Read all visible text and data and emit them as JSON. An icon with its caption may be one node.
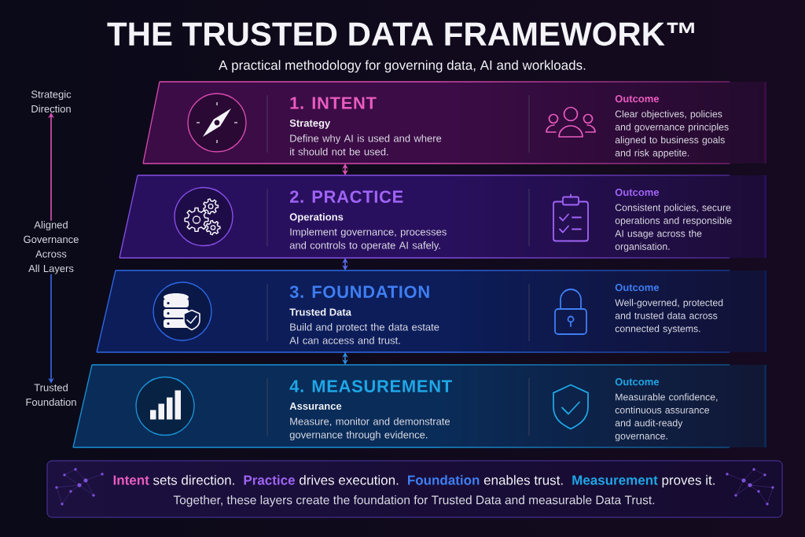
{
  "diagram": {
    "title": "THE TRUSTED DATA FRAMEWORK™",
    "nodes": [
      {
        "text": [
          "1. INTENT",
          "Strategy",
          "Define why AI is used and where it should not be used.",
          "Outcome",
          "Clear objectives, policies and governance principles aligned to business goals and risk appetite."
        ]
      },
      {
        "text": [
          "2. PRACTICE",
          "Operations",
          "Implement governance, processes and controls to operate AI safely.",
          "Outcome",
          "Consistent policies, secure operations and responsible AI usage across the organisation."
        ]
      },
      {
        "text": [
          "3. FOUNDATION",
          "Trusted Data",
          "Build and protect the data estate AI can access and trust.",
          "Outcome",
          "Well-governed, protected and trusted data across connected systems."
        ]
      },
      {
        "text": [
          "4. MEASUREMENT",
          "Assurance",
          "Measure, monitor and demonstrate governance through evidence.",
          "Outcome",
          "Measurable confidence, continuous assurance and audit-ready governance."
        ]
      },
      {
        "text": [
          "Strategic Direction"
        ]
      },
      {
        "text": [
          "Aligned Governance Across All Layers"
        ]
      },
      {
        "text": [
          "Trusted Foundation"
        ]
      },
      {
        "text": [
          "**Intent** sets direction.",
          "**Practice** drives execution.",
          "**Foundation** enables trust.",
          "**Measurement** proves it.",
          "Together, these layers create the foundation for Trusted Data and measurable Data Trust."
        ]
      }
    ],
    "edges": [
      {
        "from": 0,
        "to": 1,
        "arrow": "both",
        "color": "#e052b8"
      },
      {
        "from": 1,
        "to": 2,
        "arrow": "both",
        "color": "#5b6cf0"
      },
      {
        "from": 2,
        "to": 3,
        "arrow": "both",
        "color": "#2f8ce0"
      },
      {
        "from": 5,
        "to": 4,
        "arrow": "to",
        "color": "#e052b8"
      },
      {
        "from": 5,
        "to": 6,
        "arrow": "to",
        "color": "#3a6ae6"
      }
    ],
    "labels": [
      "A practical methodology for governing data, AI and workloads."
    ]
  }
}
